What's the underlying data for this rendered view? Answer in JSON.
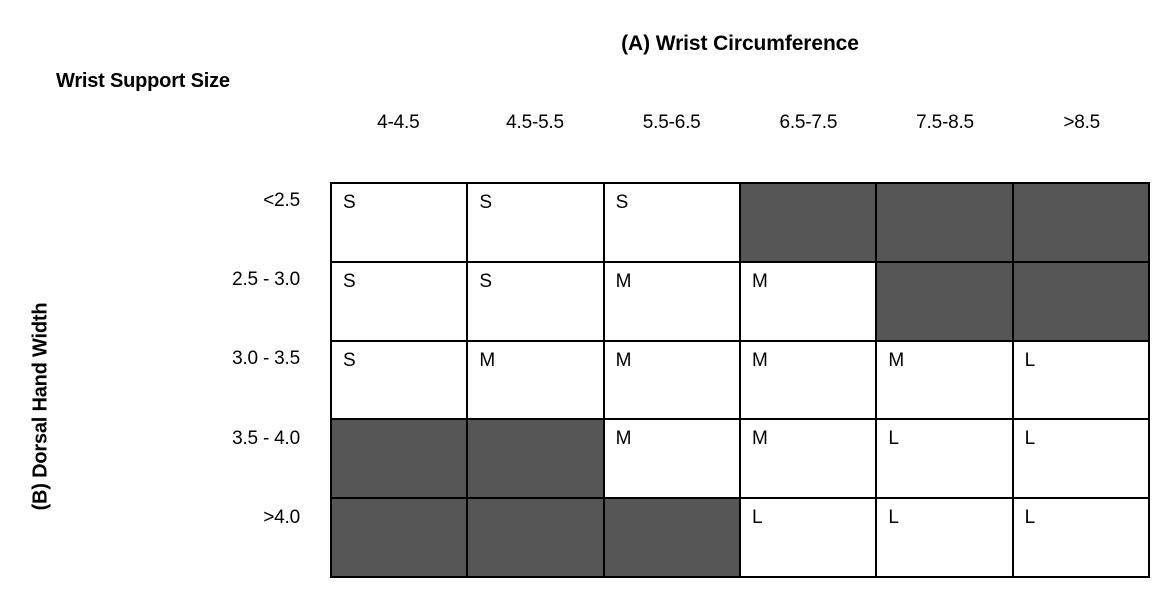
{
  "titles": {
    "column_axis": "(A) Wrist Circumference",
    "row_axis": "(B) Dorsal Hand Width",
    "support_size": "Wrist Support Size"
  },
  "chart_data": {
    "type": "table",
    "title": "(A) Wrist Circumference",
    "xlabel": "(A) Wrist Circumference",
    "ylabel": "(B) Dorsal Hand Width",
    "legend_title": "Wrist Support Size",
    "categories": [
      "4-4.5",
      "4.5-5.5",
      "5.5-6.5",
      "6.5-7.5",
      "7.5-8.5",
      ">8.5"
    ],
    "rows": [
      "<2.5",
      "2.5 - 3.0",
      "3.0 - 3.5",
      "3.5 - 4.0",
      ">4.0"
    ],
    "values": [
      [
        "S",
        "S",
        "S",
        "",
        "",
        ""
      ],
      [
        "S",
        "S",
        "M",
        "M",
        "",
        ""
      ],
      [
        "S",
        "M",
        "M",
        "M",
        "M",
        "L"
      ],
      [
        "",
        "",
        "M",
        "M",
        "L",
        "L"
      ],
      [
        "",
        "",
        "",
        "L",
        "L",
        "L"
      ]
    ],
    "blocked": [
      [
        false,
        false,
        false,
        true,
        true,
        true
      ],
      [
        false,
        false,
        false,
        false,
        true,
        true
      ],
      [
        false,
        false,
        false,
        false,
        false,
        false
      ],
      [
        true,
        true,
        false,
        false,
        false,
        false
      ],
      [
        true,
        true,
        true,
        false,
        false,
        false
      ]
    ],
    "size_codes": [
      "S",
      "M",
      "L"
    ],
    "colors": {
      "blocked_fill": "#565656",
      "cell_fill": "#ffffff",
      "grid_line": "#000000",
      "text": "#000000"
    },
    "grid": true,
    "legend_position": "top-left"
  }
}
